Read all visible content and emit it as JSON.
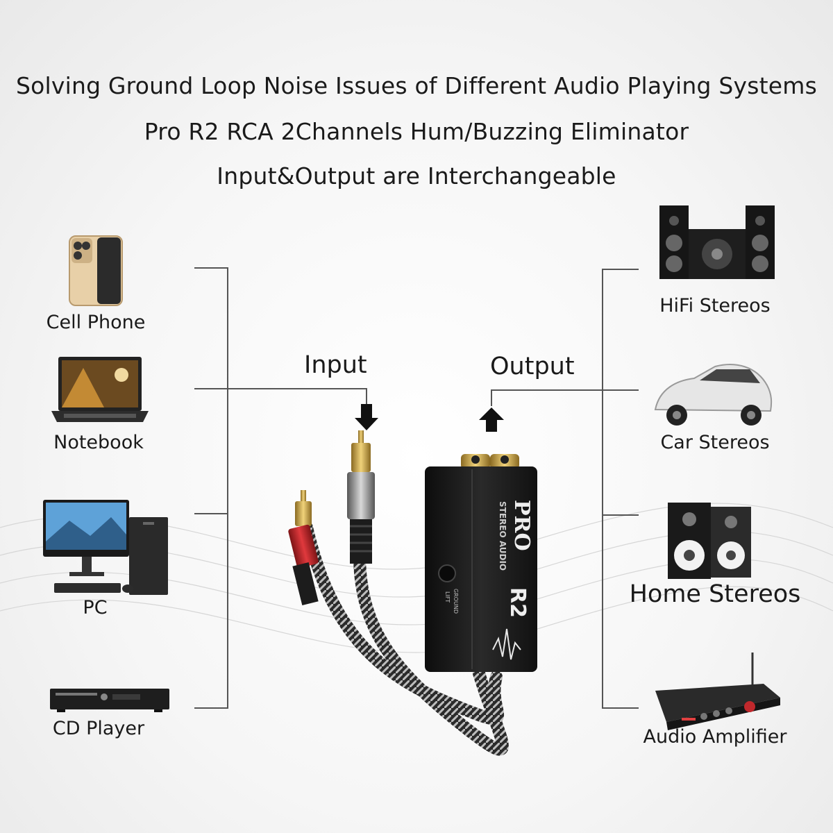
{
  "header": {
    "line1": "Solving Ground Loop Noise Issues of Different Audio Playing Systems",
    "line2": "Pro R2 RCA 2Channels Hum/Buzzing Eliminator",
    "line3": "Input&Output are Interchangeable"
  },
  "sources": [
    {
      "label": "Cell Phone",
      "icon": "phone-icon"
    },
    {
      "label": "Notebook",
      "icon": "laptop-icon"
    },
    {
      "label": "PC",
      "icon": "desktop-pc-icon"
    },
    {
      "label": "CD Player",
      "icon": "cd-player-icon"
    }
  ],
  "outputs": [
    {
      "label": "HiFi Stereos",
      "icon": "hifi-speaker-icon"
    },
    {
      "label": "Car Stereos",
      "icon": "car-icon"
    },
    {
      "label": "Home Stereos",
      "icon": "bookshelf-speaker-icon"
    },
    {
      "label": "Audio Amplifier",
      "icon": "amplifier-icon"
    }
  ],
  "flow": {
    "input_label": "Input",
    "output_label": "Output"
  },
  "device": {
    "brand_line": "PRO",
    "sub_line": "STEREO AUDIO",
    "model": "R2",
    "switch_label_1": "GROUND",
    "switch_label_2": "LIFT"
  },
  "colors": {
    "line": "#555555",
    "device": "#1c1c1c",
    "gold": "#c9a24a",
    "plug_red": "#c0282c"
  }
}
